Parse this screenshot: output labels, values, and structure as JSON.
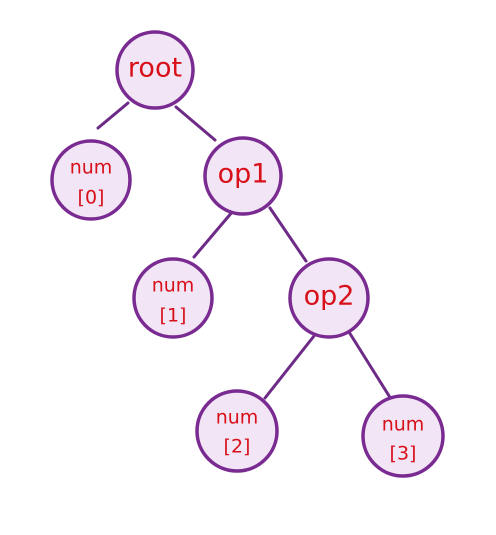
{
  "diagram": {
    "nodes": [
      {
        "id": "root",
        "lines": [
          "root"
        ]
      },
      {
        "id": "num0",
        "lines": [
          "num",
          "[0]"
        ]
      },
      {
        "id": "op1",
        "lines": [
          "op1"
        ]
      },
      {
        "id": "num1",
        "lines": [
          "num",
          "[1]"
        ]
      },
      {
        "id": "op2",
        "lines": [
          "op2"
        ]
      },
      {
        "id": "num2",
        "lines": [
          "num",
          "[2]"
        ]
      },
      {
        "id": "num3",
        "lines": [
          "num",
          "[3]"
        ]
      }
    ],
    "edges": [
      {
        "from": "root",
        "to": "num0"
      },
      {
        "from": "root",
        "to": "op1"
      },
      {
        "from": "op1",
        "to": "num1"
      },
      {
        "from": "op1",
        "to": "op2"
      },
      {
        "from": "op2",
        "to": "num2"
      },
      {
        "from": "op2",
        "to": "num3"
      }
    ],
    "colors": {
      "node_fill": "#f2e5f5",
      "node_stroke": "#7a2b91",
      "edge": "#6d2a86",
      "text": "#d8101a"
    }
  }
}
